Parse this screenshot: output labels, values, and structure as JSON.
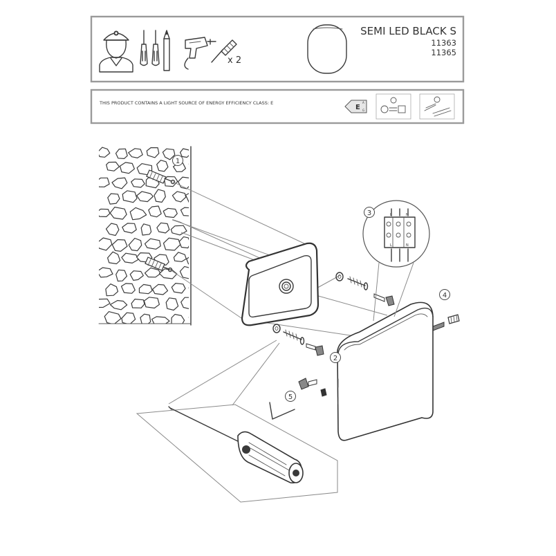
{
  "header": {
    "title": "SEMI LED BLACK S",
    "codes": [
      "11363",
      "11365"
    ],
    "quantity": "x 2"
  },
  "energy_notice": "THIS PRODUCT CONTAINS A LIGHT SOURCE OF ENERGY EFFICIENCY CLASS: E",
  "energy_class": "E",
  "energy_scale": [
    "A",
    "G"
  ],
  "terminal_labels": [
    "L",
    "N"
  ],
  "steps": [
    "1",
    "2",
    "3",
    "4",
    "5"
  ]
}
